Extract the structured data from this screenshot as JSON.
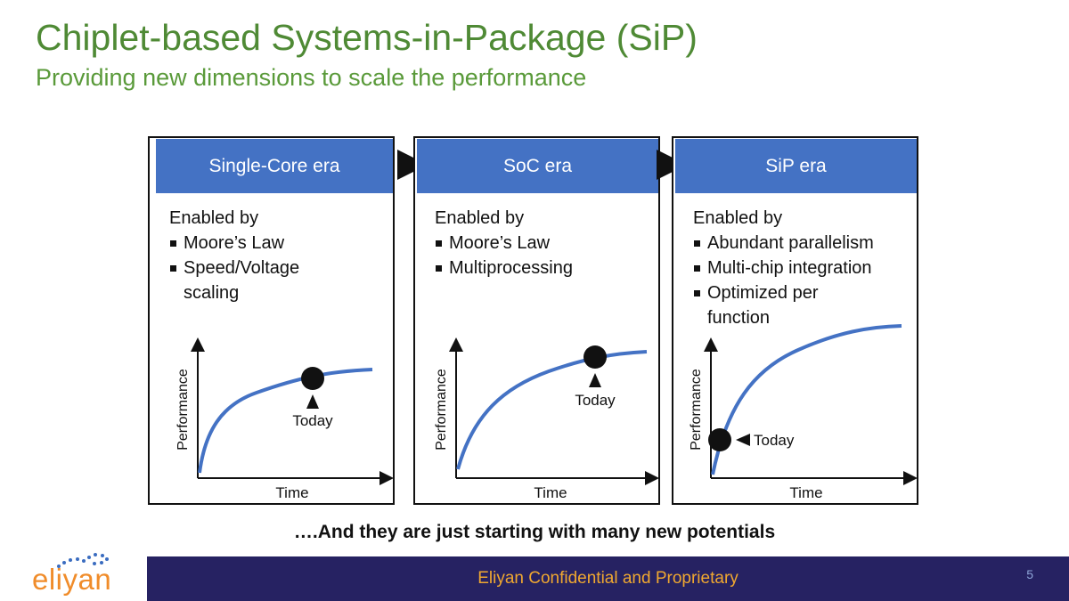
{
  "slide": {
    "title": "Chiplet-based Systems-in-Package (SiP)",
    "subtitle": "Providing new dimensions to scale the performance"
  },
  "panels": [
    {
      "header": "Single-Core era",
      "enabled_by": "Enabled by",
      "bullets": [
        "Moore’s Law",
        "Speed/Voltage scaling"
      ],
      "graph": {
        "y_label": "Performance",
        "x_label": "Time",
        "marker_label": "Today",
        "today_position": 0.62
      }
    },
    {
      "header": "SoC era",
      "enabled_by": "Enabled by",
      "bullets": [
        "Moore’s Law",
        "Multiprocessing"
      ],
      "graph": {
        "y_label": "Performance",
        "x_label": "Time",
        "marker_label": "Today",
        "today_position": 0.77
      }
    },
    {
      "header": "SiP era",
      "enabled_by": "Enabled by",
      "bullets": [
        "Abundant parallelism",
        "Multi-chip integration",
        "Optimized per function"
      ],
      "graph": {
        "y_label": "Performance",
        "x_label": "Time",
        "marker_label": "Today",
        "today_position": 0.04
      }
    }
  ],
  "tagline": "….And they are just starting with many new potentials",
  "footer": {
    "logo_text": "eliyan",
    "confidential": "Eliyan Confidential and Proprietary",
    "page_number": "5"
  },
  "colors": {
    "title_green": "#4f8a35",
    "header_blue": "#4472c4",
    "curve_blue": "#4472c4",
    "footer_navy": "#262262",
    "footer_text": "#f0a830",
    "logo_orange": "#f08c2a",
    "logo_blue": "#3a6cc0"
  }
}
